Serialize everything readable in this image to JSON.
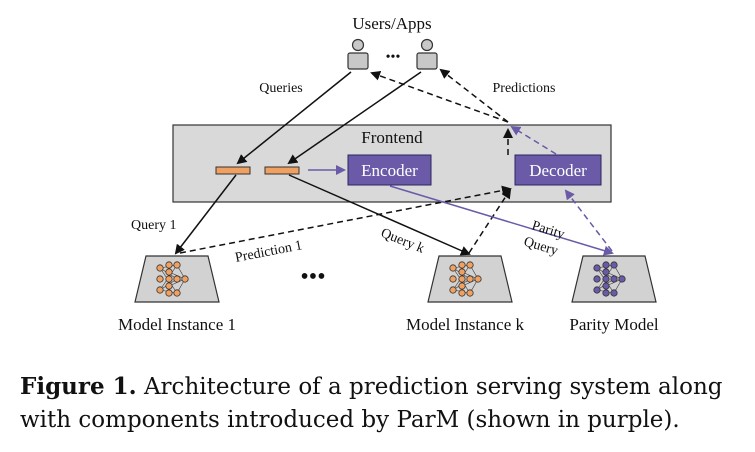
{
  "diagram": {
    "users_label": "Users/Apps",
    "ellipsis_small": "•••",
    "queries_label": "Queries",
    "predictions_label": "Predictions",
    "frontend_label": "Frontend",
    "encoder_label": "Encoder",
    "decoder_label": "Decoder",
    "query1_label": "Query 1",
    "prediction1_label": "Prediction 1",
    "queryk_label": "Query k",
    "parity_query_line1": "Parity",
    "parity_query_line2": "Query",
    "ellipsis_large": "•••",
    "model1_label": "Model Instance 1",
    "modelk_label": "Model Instance k",
    "parity_model_label": "Parity Model"
  },
  "caption": {
    "figure_label": "Figure 1.",
    "text": " Architecture of a prediction serving system along with components introduced by ParM (shown in purple)."
  },
  "colors": {
    "purple": "#6a5aa8",
    "orange": "#f0a060",
    "frontend_fill": "#d9d9d9",
    "model_fill": "#d2d2d2"
  }
}
